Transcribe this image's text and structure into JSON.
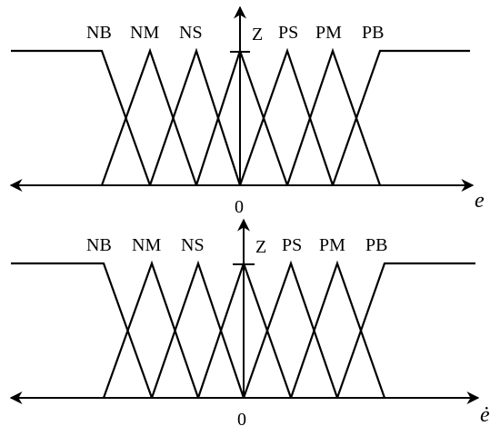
{
  "diagrams": [
    {
      "id": "error",
      "axis_variable": "e",
      "origin_label": "0",
      "membership_sets": [
        "NB",
        "NM",
        "NS",
        "Z",
        "PS",
        "PM",
        "PB"
      ]
    },
    {
      "id": "error-change",
      "axis_variable": "ė",
      "origin_label": "0",
      "membership_sets": [
        "NB",
        "NM",
        "NS",
        "Z",
        "PS",
        "PM",
        "PB"
      ]
    }
  ]
}
